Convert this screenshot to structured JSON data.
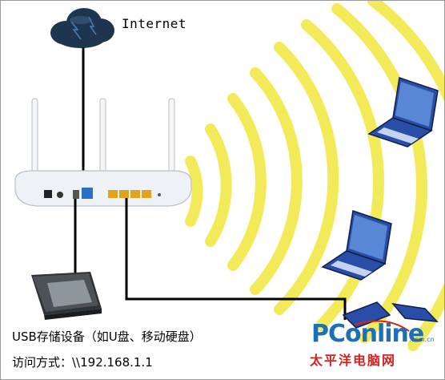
{
  "internet": {
    "label": "Internet"
  },
  "captions": {
    "usb_device": "USB存储设备（如U盘、移动硬盘）",
    "access_method": "访问方式：\\\\192.168.1.1"
  },
  "logo": {
    "brand": "PConline",
    "domain": ".com.cn",
    "chinese": "太平洋电脑网",
    "colors": {
      "blue": "#1d6fb8",
      "red": "#d42222"
    }
  },
  "colors": {
    "wifi_waves": "#f3ea5a",
    "cloud": "#1e3550",
    "laptop_blue": "#2a4ea8",
    "router_body": "#eef1f6",
    "wan_port": "#2b6fc8",
    "lan_ports": "#e3a21a"
  }
}
